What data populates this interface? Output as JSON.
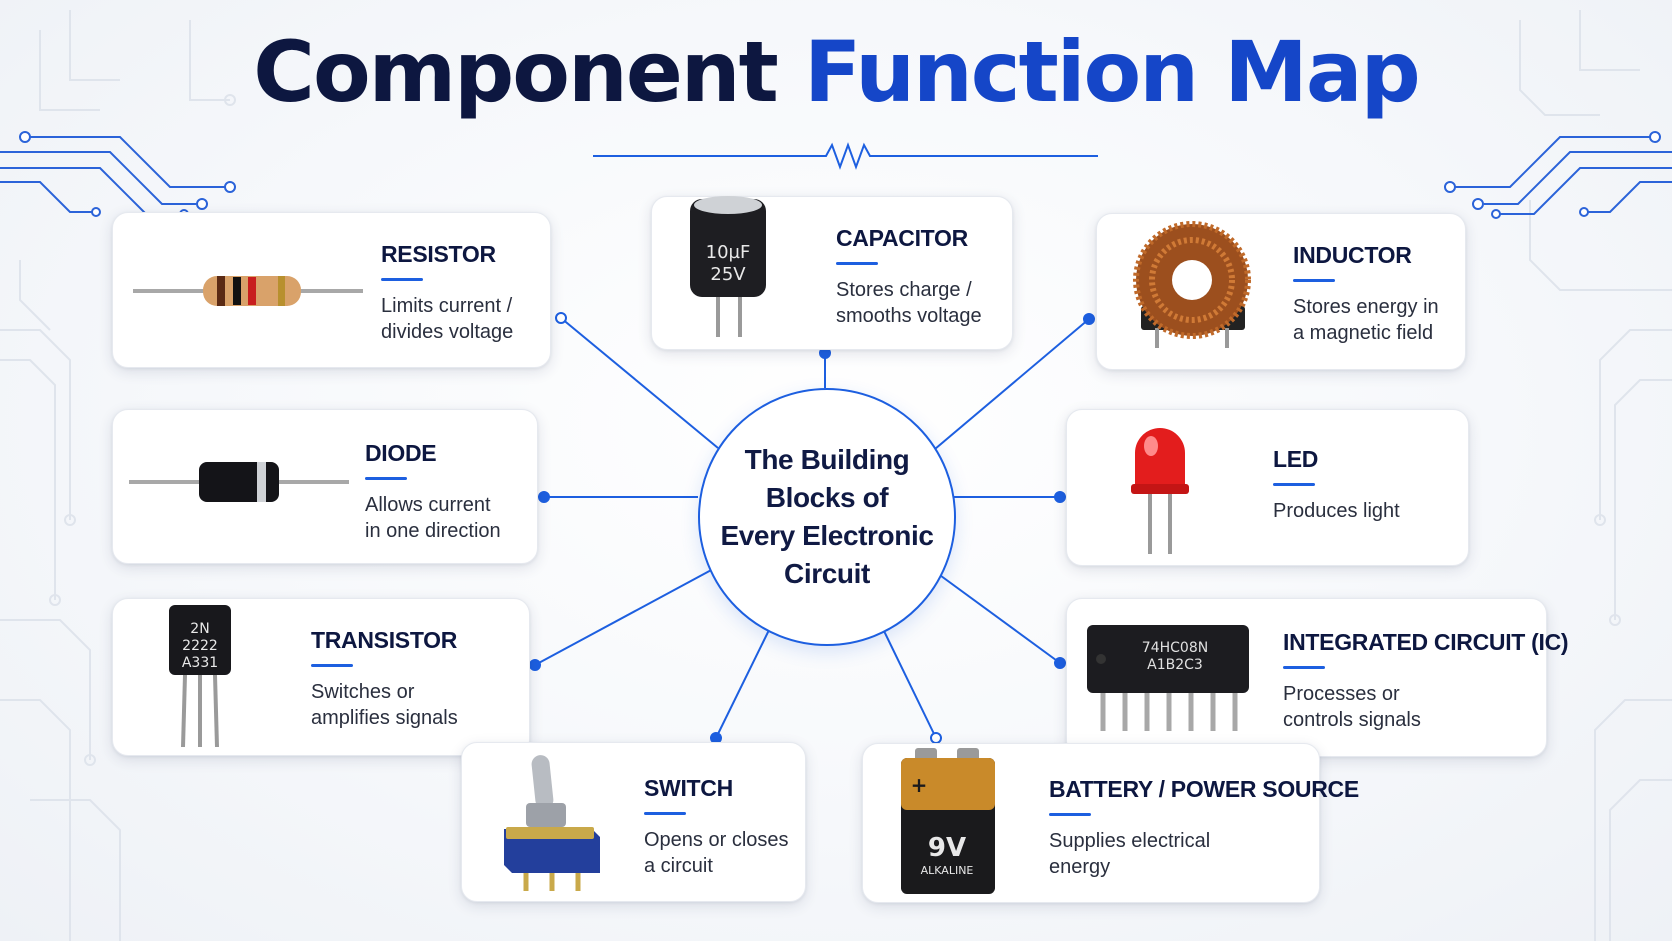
{
  "title": {
    "part1": "Component",
    "part2": "Function Map"
  },
  "center": {
    "text": "The Building\nBlocks of\nEvery Electronic\nCircuit"
  },
  "components": [
    {
      "id": "resistor",
      "name": "RESISTOR",
      "desc": "Limits current /\ndivides voltage"
    },
    {
      "id": "capacitor",
      "name": "CAPACITOR",
      "desc": "Stores charge /\nsmooths voltage",
      "marking": [
        "10µF",
        "25V"
      ]
    },
    {
      "id": "inductor",
      "name": "INDUCTOR",
      "desc": "Stores energy in\na magnetic field"
    },
    {
      "id": "diode",
      "name": "DIODE",
      "desc": "Allows current\nin one direction"
    },
    {
      "id": "led",
      "name": "LED",
      "desc": "Produces light"
    },
    {
      "id": "transistor",
      "name": "TRANSISTOR",
      "desc": "Switches or\namplifies signals",
      "marking": [
        "2N",
        "2222",
        "A331"
      ]
    },
    {
      "id": "ic",
      "name": "INTEGRATED CIRCUIT (IC)",
      "desc": "Processes or\ncontrols signals",
      "marking": [
        "74HC08N",
        "A1B2C3"
      ]
    },
    {
      "id": "switch",
      "name": "SWITCH",
      "desc": "Opens or closes\na circuit"
    },
    {
      "id": "battery",
      "name": "BATTERY / POWER SOURCE",
      "desc": "Supplies electrical\nenergy",
      "marking": [
        "+",
        "9V",
        "ALKALINE"
      ]
    }
  ],
  "colors": {
    "navy": "#0d1740",
    "accent": "#1546c8",
    "line": "#1d5fe0"
  }
}
